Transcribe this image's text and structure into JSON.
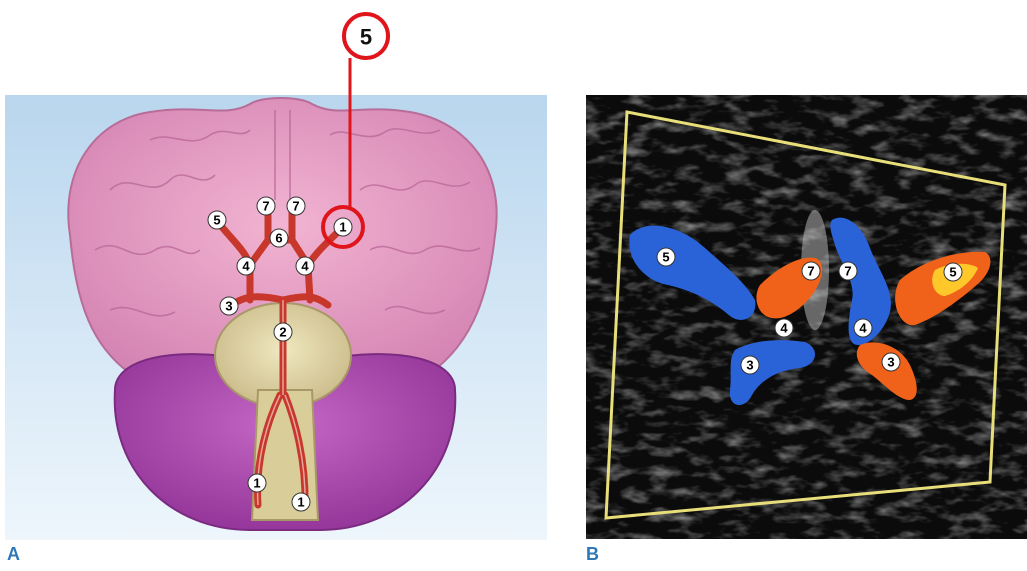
{
  "panels": {
    "a": {
      "letter": "A"
    },
    "b": {
      "letter": "B"
    }
  },
  "callout": {
    "text": "5"
  },
  "panel_a_labels": {
    "a1_lower_left": "1",
    "a1_lower_right": "1",
    "a1_circled": "1",
    "a2": "2",
    "a3": "3",
    "a4_left": "4",
    "a4_right": "4",
    "a5": "5",
    "a6": "6",
    "a7_left": "7",
    "a7_right": "7"
  },
  "panel_b_labels": {
    "b5_left": "5",
    "b7_left": "7",
    "b4_left": "4",
    "b3_left": "3",
    "b7_right": "7",
    "b4_right": "4",
    "b5_right": "5",
    "b3_right": "3"
  },
  "colors": {
    "callout_red": "#e0141b",
    "artery_red": "#c8372b",
    "flow_blue": "#2a63d8",
    "flow_red_orange": "#f0611a",
    "roi_box": "#e8df7a",
    "panel_letter": "#2f78b8"
  }
}
